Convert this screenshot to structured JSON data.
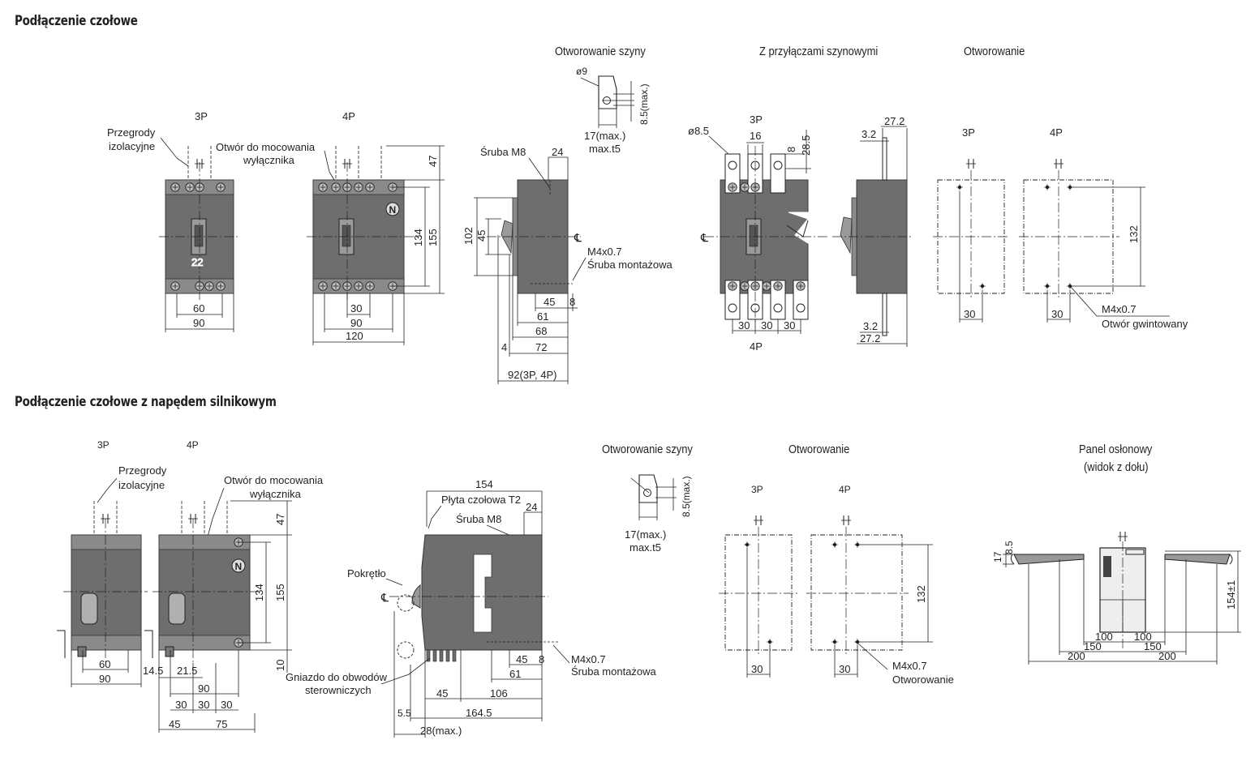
{
  "sections": {
    "front": "Podłączenie czołowe",
    "motor": "Podłączenie czołowe z napędem silnikowym"
  },
  "top": {
    "rail_drilling": "Otworowanie szyny",
    "bus_connectors": "Z przyłączami szynowymi",
    "drilling": "Otworowanie",
    "p3": "3P",
    "p4": "4P",
    "barriers_1": "Przegrody",
    "barriers_2": "izolacyjne",
    "mount_hole_1": "Otwór do mocowania",
    "mount_hole_2": "wyłącznika",
    "screw_m8": "Śruba M8",
    "m4": "M4x0.7",
    "mount_screw": "Śruba montażowa",
    "threaded_hole": "Otwór gwintowany",
    "phi9": "ø9",
    "phi85": "ø8.5",
    "rail_max": "8.5(max.)",
    "rail_w1": "17(max.)",
    "rail_w2": "max.t5",
    "d60": "60",
    "d90": "90",
    "d120": "120",
    "d30": "30",
    "d22": "22",
    "d47": "47",
    "d134": "134",
    "d155": "155",
    "d24": "24",
    "d102": "102",
    "d45": "45",
    "d8": "8",
    "d61": "61",
    "d68": "68",
    "d4": "4",
    "d72": "72",
    "d92": "92(3P, 4P)",
    "d16": "16",
    "d285": "28.5",
    "d272": "27.2",
    "d32": "3.2",
    "d132": "132"
  },
  "bottom": {
    "rail_drilling": "Otworowanie szyny",
    "drilling": "Otworowanie",
    "panel_1": "Panel osłonowy",
    "panel_2": "(widok z dołu)",
    "p3": "3P",
    "p4": "4P",
    "barriers_1": "Przegrody",
    "barriers_2": "izolacyjne",
    "mount_hole_1": "Otwór do mocowania",
    "mount_hole_2": "wyłącznika",
    "front_plate": "Płyta czołowa T2",
    "screw_m8": "Śruba M8",
    "knob": "Pokrętło",
    "socket_1": "Gniazdo do obwodów",
    "socket_2": "sterowniczych",
    "m4": "M4x0.7",
    "mount_screw": "Śruba montażowa",
    "drilling_lbl": "Otworowanie",
    "rail_max": "8.5(max.)",
    "rail_w1": "17(max.)",
    "rail_w2": "max.t5",
    "d47": "47",
    "d134": "134",
    "d155": "155",
    "d10": "10",
    "d60": "60",
    "d90": "90",
    "d145": "14.5",
    "d215": "21.5",
    "d30": "30",
    "d45": "45",
    "d75": "75",
    "d154": "154",
    "d24": "24",
    "d8": "8",
    "d61": "61",
    "d106": "106",
    "d1645": "164.5",
    "d55": "5.5",
    "d28": "28(max.)",
    "d132": "132",
    "d17": "17",
    "d85": "8.5",
    "d154pm": "154±1",
    "d100": "100",
    "d150": "150",
    "d200": "200"
  },
  "colors": {
    "body": "#6e6e6e",
    "ink": "#231f20"
  }
}
